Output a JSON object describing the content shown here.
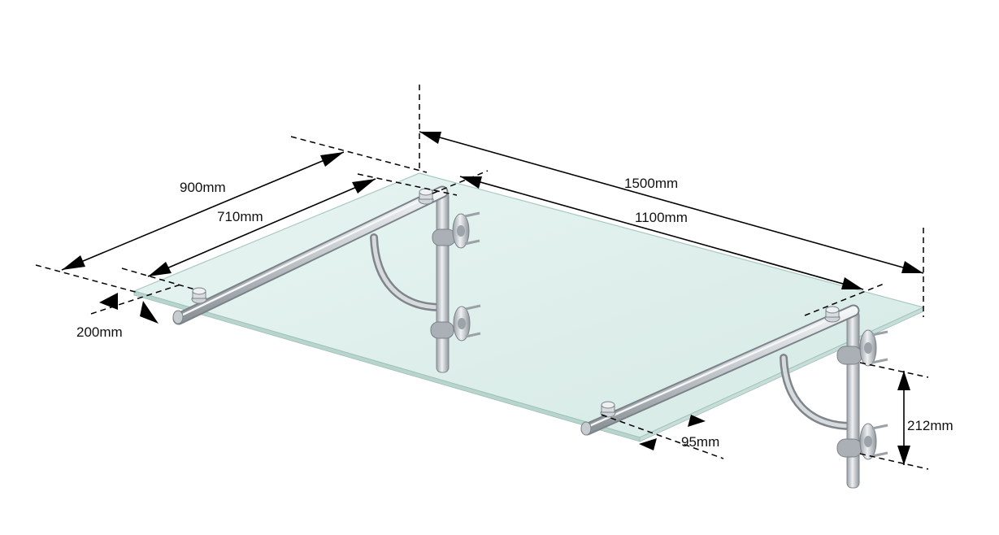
{
  "dimensions": {
    "overall_depth": "900mm",
    "bracket_depth": "710mm",
    "front_offset": "200mm",
    "overall_width": "1500mm",
    "bracket_spacing": "1100mm",
    "side_offset": "95mm",
    "fixing_height": "212mm"
  },
  "colors": {
    "glass_fill": "#dbeeea",
    "glass_edge": "#9fbfb8",
    "steel_light": "#e9ecee",
    "steel_mid": "#b9bfc4",
    "steel_dark": "#858c92",
    "dimension_line": "#000000"
  }
}
